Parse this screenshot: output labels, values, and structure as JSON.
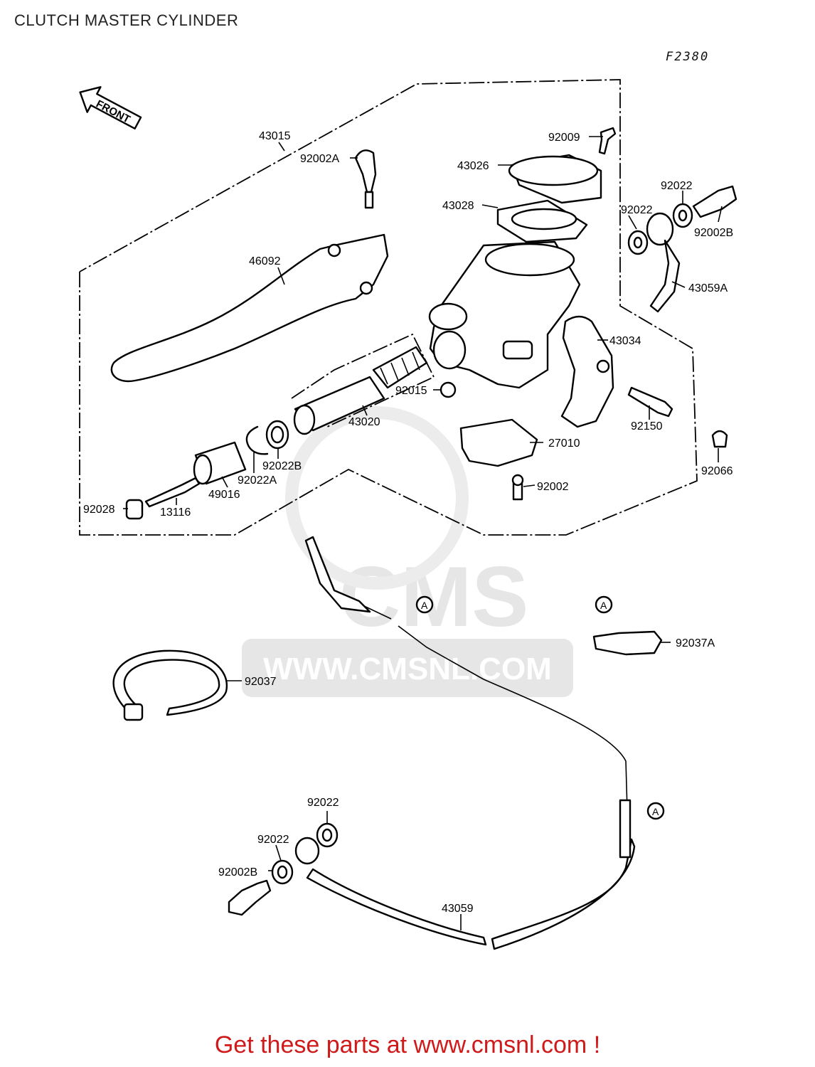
{
  "page": {
    "title": "CLUTCH MASTER CYLINDER",
    "diagram_code": "F2380",
    "cta": "Get these parts at www.cmsnl.com !",
    "watermark_text": "WWW.CMSNL.COM",
    "watermark_logo": "CMS"
  },
  "direction_label": "FRONT",
  "reference_marker": "A",
  "parts": {
    "p43015": "43015",
    "p92009": "92009",
    "p43026": "43026",
    "p92002A": "92002A",
    "p43028": "43028",
    "p92022_a": "92022",
    "p92022_b": "92022",
    "p92002B_top": "92002B",
    "p46092": "46092",
    "p43059A": "43059A",
    "p43034": "43034",
    "p92015": "92015",
    "p43020": "43020",
    "p92150": "92150",
    "p27010": "27010",
    "p92022B": "92022B",
    "p92022A": "92022A",
    "p49016": "49016",
    "p92066": "92066",
    "p92002": "92002",
    "p92028": "92028",
    "p13116": "13116",
    "p92037A": "92037A",
    "p92037": "92037",
    "p92022_c": "92022",
    "p92022_d": "92022",
    "p92002B_bottom": "92002B",
    "p43059": "43059"
  },
  "colors": {
    "cta": "#d01a1a",
    "watermark": "#e6e6e6",
    "line": "#000000"
  }
}
